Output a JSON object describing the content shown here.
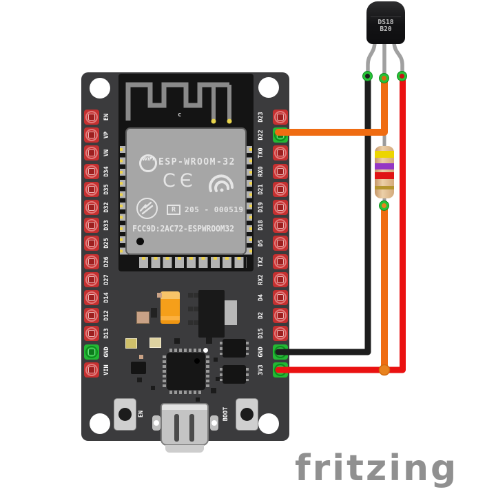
{
  "watermark": {
    "label": "fritzing",
    "color": "#909090"
  },
  "board": {
    "name": "ESP32 DevKit 30-pin",
    "left_pins": [
      "EN",
      "VP",
      "VN",
      "D34",
      "D35",
      "D32",
      "D33",
      "D25",
      "D26",
      "D27",
      "D14",
      "D12",
      "D13",
      "GND",
      "VIN"
    ],
    "right_pins": [
      "D23",
      "D22",
      "TX0",
      "RX0",
      "D21",
      "D19",
      "D18",
      "D5",
      "TX2",
      "RX2",
      "D4",
      "D2",
      "D15",
      "GND",
      "3V3"
    ],
    "green_highlighted_pins": [
      "GND-left",
      "D22",
      "GND-right",
      "3V3"
    ],
    "buttons": {
      "en": "EN",
      "boot": "BOOT"
    },
    "module": {
      "wifi_logo": "WiFi",
      "name": "ESP-WROOM-32",
      "ce_mark": "CЄ",
      "r_mark": "R",
      "cert_number": "205 - 000519",
      "fcc_id": "FCC9D:2AC72-ESPWROOM32",
      "antenna_mark": "c"
    },
    "colors": {
      "pcb": "#3b3b3d",
      "module_pcb": "#141414",
      "shield": "#a6a6a6",
      "pad_red": "#c53030",
      "pad_green": "#23b834"
    }
  },
  "sensor": {
    "name": "DS18B20",
    "label_line1": "DS18",
    "label_line2": "B20",
    "package": "TO-92"
  },
  "resistor": {
    "bands": [
      "yellow",
      "violet",
      "red",
      "gold"
    ],
    "band_colors": [
      "#ecd500",
      "#9437c4",
      "#e01414",
      "#b5952f"
    ],
    "value": "4.7 kΩ",
    "body_color": "#dcb384"
  },
  "wires": {
    "data": {
      "color": "#ef6c12",
      "from": "ESP32 D22",
      "to": "DS18B20 middle leg (DQ), via 4.7k pull-up junction"
    },
    "ground": {
      "color": "#1d1d1d",
      "from": "ESP32 GND",
      "to": "DS18B20 left leg (GND)"
    },
    "power": {
      "color": "#ea1111",
      "from": "ESP32 3V3",
      "to": "DS18B20 right leg (VDD) and resistor bottom"
    }
  }
}
